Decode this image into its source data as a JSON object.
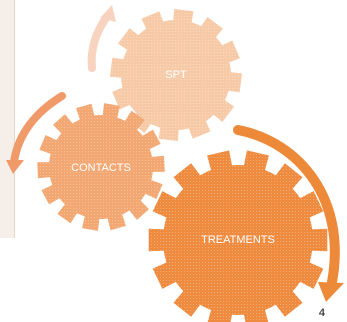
{
  "gears": [
    {
      "id": "spt",
      "label": "SPT",
      "color": "#f7caa7"
    },
    {
      "id": "contacts",
      "label": "CONTACTS",
      "color": "#f3a772"
    },
    {
      "id": "treatments",
      "label": "TREATMENTS",
      "color": "#ee8b3f"
    }
  ],
  "arrows": [
    {
      "id": "arrow-spt",
      "color": "#f8d3bf"
    },
    {
      "id": "arrow-contacts",
      "color": "#f09a6a"
    },
    {
      "id": "arrow-treatments",
      "color": "#ec8a3a"
    }
  ],
  "slide_number": "4"
}
